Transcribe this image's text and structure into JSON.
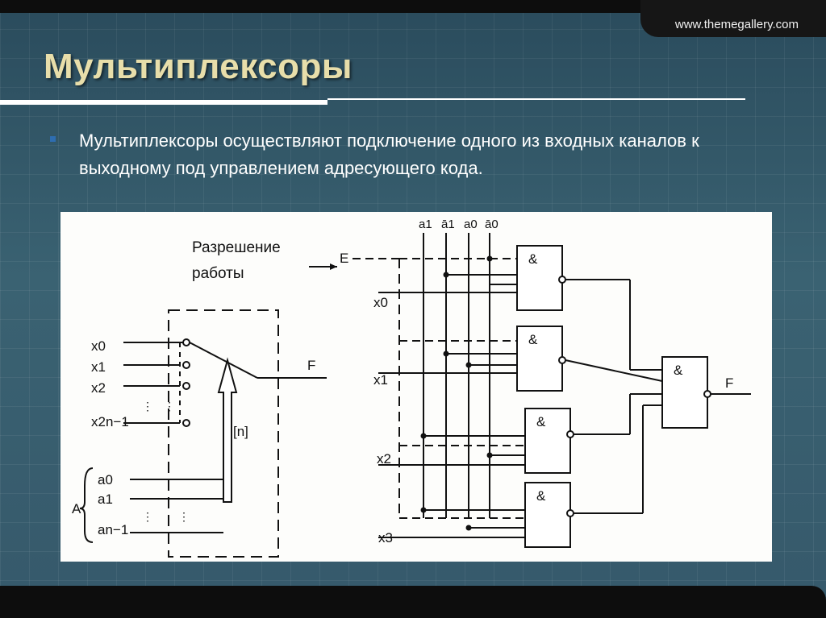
{
  "header": {
    "website": "www.themegallery.com"
  },
  "slide": {
    "title": "Мультиплексоры",
    "bullet": "Мультиплексоры осуществляют подключение одного из входных каналов к выходному под управлением адресующего кода."
  },
  "diagram": {
    "enable_label_line1": "Разрешение",
    "enable_label_line2": "работы",
    "left_block": {
      "inputs": [
        "x0",
        "x1",
        "x2",
        "x2n−1"
      ],
      "address_group": "A",
      "address_inputs": [
        "a0",
        "a1",
        "an−1"
      ],
      "bus_label": "[n]",
      "output": "F"
    },
    "right_block": {
      "enable_input": "E",
      "address_lines": [
        "a1",
        "ā1",
        "a0",
        "ā0"
      ],
      "data_inputs": [
        "x0",
        "x1",
        "x2",
        "x3"
      ],
      "gate_symbol": "&",
      "output": "F"
    }
  }
}
